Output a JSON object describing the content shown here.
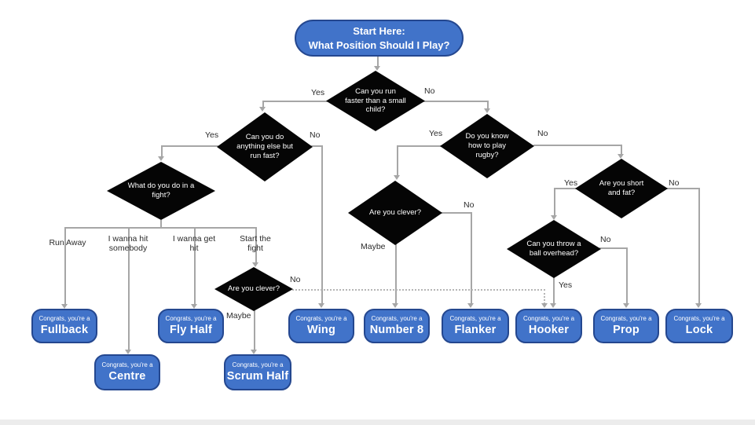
{
  "start": {
    "title": "Start Here:",
    "subtitle": "What Position Should I Play?"
  },
  "decisions": {
    "run_faster": {
      "text": "Can you run faster than a small child?"
    },
    "anything_else": {
      "text": "Can you do anything else but run fast?"
    },
    "know_rugby": {
      "text": "Do you know how to play rugby?"
    },
    "fight": {
      "text": "What do you do in a fight?"
    },
    "clever_mid": {
      "text": "Are you clever?"
    },
    "short_fat": {
      "text": "Are you short and fat?"
    },
    "throw_ball": {
      "text": "Can you throw a ball overhead?"
    },
    "clever_small": {
      "text": "Are you clever?"
    }
  },
  "labels": {
    "yes": "Yes",
    "no": "No",
    "maybe": "Maybe",
    "run_away": "Run Away",
    "hit_somebody": "I wanna hit somebody",
    "get_hit": "I wanna get hit",
    "start_fight": "Start the fight"
  },
  "results": {
    "congrats": "Congrats, you're a",
    "fullback": "Fullback",
    "centre": "Centre",
    "fly_half": "Fly Half",
    "scrum_half": "Scrum Half",
    "wing": "Wing",
    "number8": "Number 8",
    "flanker": "Flanker",
    "hooker": "Hooker",
    "prop": "Prop",
    "lock": "Lock"
  },
  "colors": {
    "node_fill": "#4173c9",
    "node_border": "#24478f",
    "diamond_fill": "#050505",
    "connector": "#a6a6a6",
    "text_on_node": "#ffffff"
  }
}
